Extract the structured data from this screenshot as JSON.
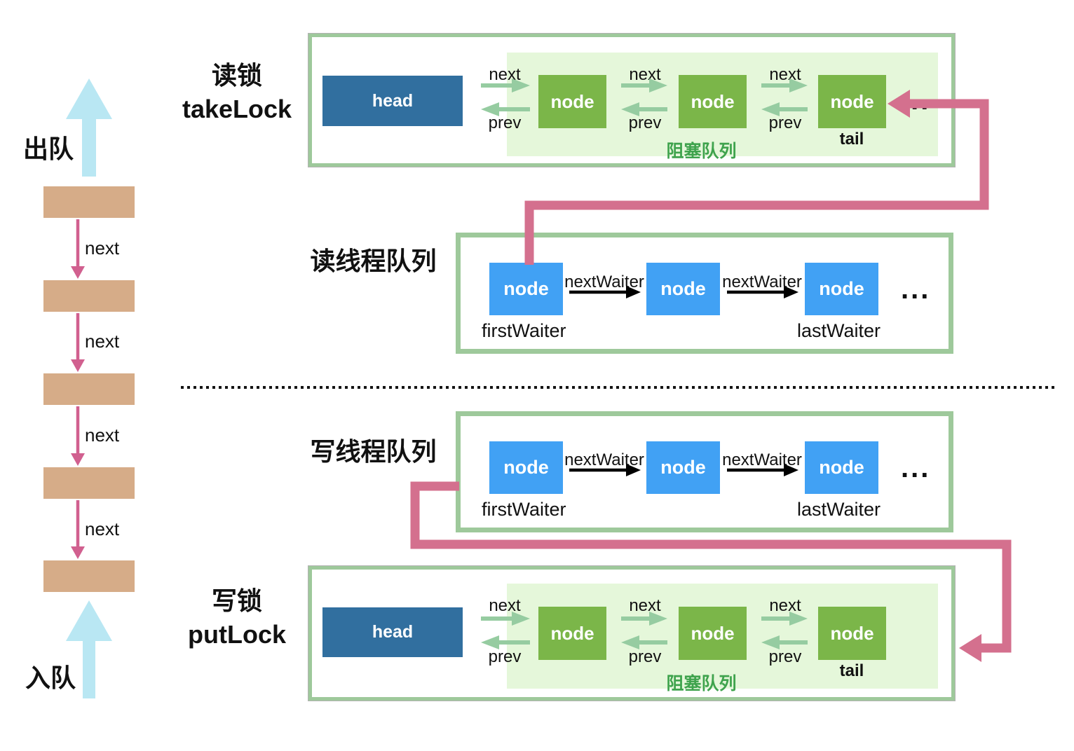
{
  "colors": {
    "pink": "#d4708e",
    "left_pink": "#d1608f",
    "green_border": "#9ec99b",
    "light_green": "#e5f7da",
    "node_green": "#7bb649",
    "label_green": "#3fa34d",
    "arrow_green": "#96cca1",
    "node_blue": "#41a1f4",
    "head_blue": "#316f9f",
    "brown": "#d6ac88",
    "cyan": "#b9e7f3",
    "divider": "#141414"
  },
  "left_queue": {
    "dequeue_label": "出队",
    "enqueue_label": "入队",
    "next_label": "next"
  },
  "take_lock": {
    "title_line1": "读锁",
    "title_line2": "takeLock",
    "head_label": "head",
    "node_label": "node",
    "next_label": "next",
    "prev_label": "prev",
    "tail_label": "tail",
    "blocking_queue_label": "阻塞队列",
    "ellipsis": "..."
  },
  "read_thread_queue": {
    "title": "读线程队列",
    "node_label": "node",
    "next_waiter_label": "nextWaiter",
    "first_waiter_label": "firstWaiter",
    "last_waiter_label": "lastWaiter",
    "ellipsis": "..."
  },
  "write_thread_queue": {
    "title": "写线程队列",
    "node_label": "node",
    "next_waiter_label": "nextWaiter",
    "first_waiter_label": "firstWaiter",
    "last_waiter_label": "lastWaiter",
    "ellipsis": "..."
  },
  "put_lock": {
    "title_line1": "写锁",
    "title_line2": "putLock",
    "head_label": "head",
    "node_label": "node",
    "next_label": "next",
    "prev_label": "prev",
    "tail_label": "tail",
    "blocking_queue_label": "阻塞队列"
  }
}
